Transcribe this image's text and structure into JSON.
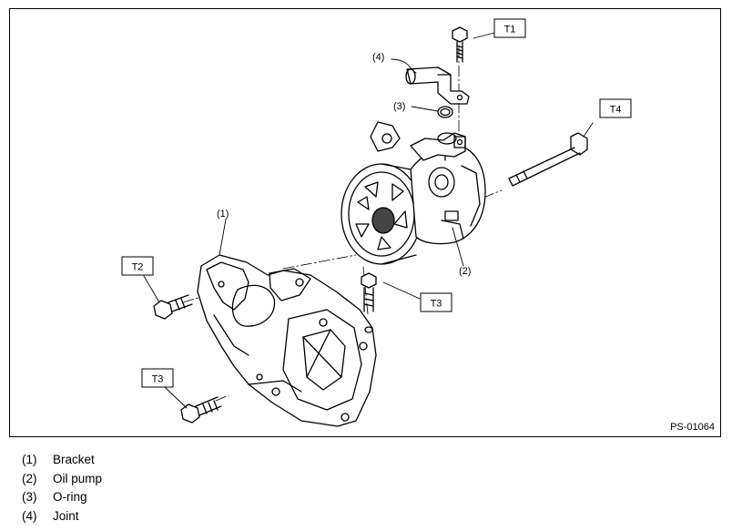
{
  "figure": {
    "code": "PS-01064",
    "callouts": [
      "(1)",
      "(2)",
      "(3)",
      "(4)"
    ],
    "torque_tags": [
      "T1",
      "T2",
      "T3",
      "T3",
      "T4"
    ]
  },
  "legend": [
    {
      "num": "(1)",
      "label": "Bracket"
    },
    {
      "num": "(2)",
      "label": "Oil pump"
    },
    {
      "num": "(3)",
      "label": "O-ring"
    },
    {
      "num": "(4)",
      "label": "Joint"
    }
  ]
}
